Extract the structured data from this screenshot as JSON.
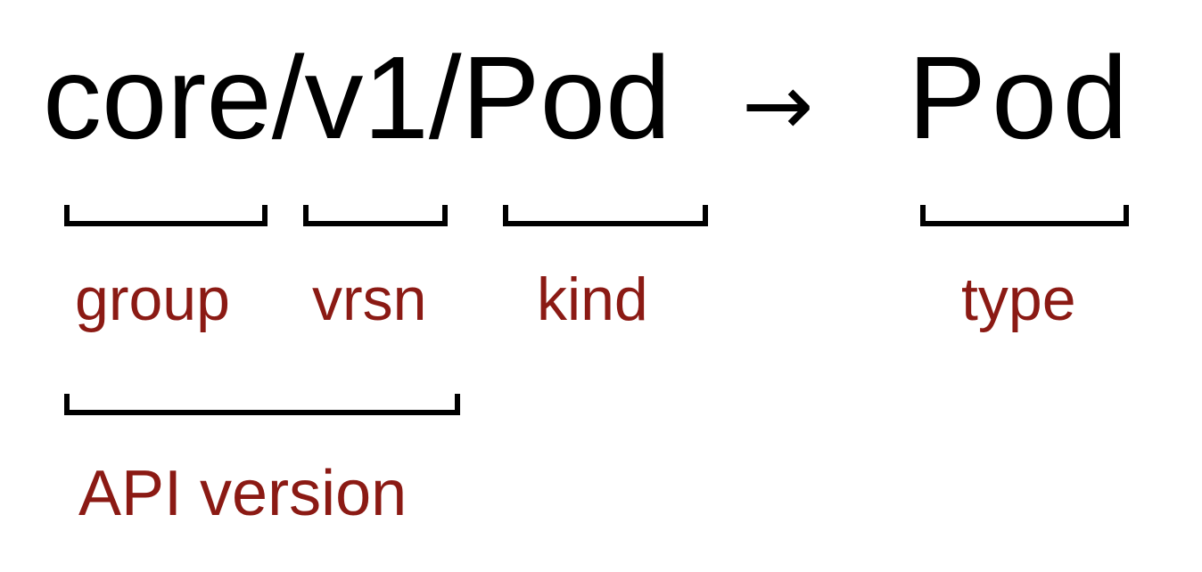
{
  "diagram": {
    "path_text": "core/v1/Pod",
    "arrow": "→",
    "result_text": "Pod",
    "labels": {
      "group": "group",
      "version": "vrsn",
      "kind": "kind",
      "type": "type",
      "api_version": "API version"
    },
    "colors": {
      "text": "#000000",
      "label": "#8b1a14"
    }
  }
}
